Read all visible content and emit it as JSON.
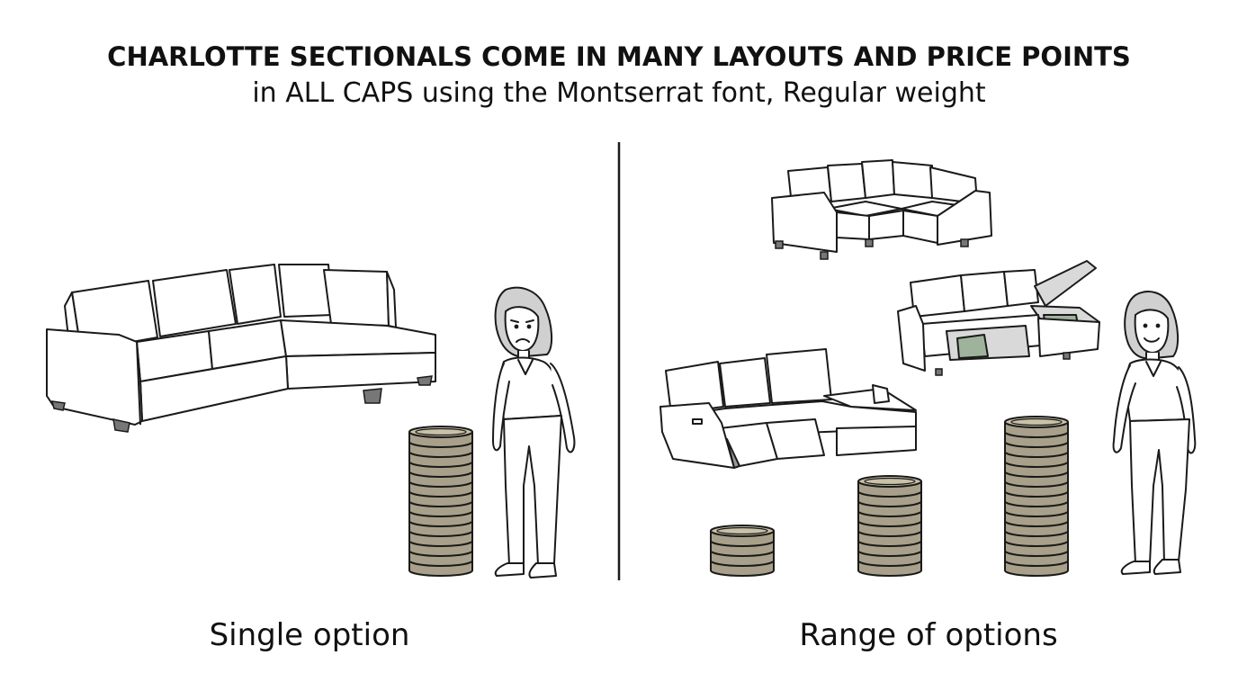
{
  "header": {
    "title": "CHARLOTTE SECTIONALS COME IN MANY LAYOUTS AND PRICE POINTS",
    "subtitle": "in ALL CAPS using the Montserrat font, Regular weight"
  },
  "panels": {
    "left": {
      "caption": "Single option"
    },
    "right": {
      "caption": "Range of options"
    }
  },
  "colors": {
    "line": "#1a1a1a",
    "coin_fill": "#a8a08a",
    "coin_top": "#c9c1a8",
    "blanket": "#9fb39c",
    "storage": "#d9d9d9",
    "background": "#ffffff"
  },
  "icons": {
    "left_sofa": "l-shaped-sectional-icon",
    "left_person": "worried-woman-icon",
    "left_coins": "tall-coin-stack-icon",
    "right_sofa_1": "corner-sectional-icon",
    "right_sofa_2": "storage-sleeper-sectional-icon",
    "right_sofa_3": "recliner-sectional-icon",
    "right_person": "smiling-woman-icon",
    "right_coins": "coin-stacks-small-medium-large-icon"
  },
  "coin_stacks": {
    "left": [
      14
    ],
    "right": [
      4,
      9,
      15
    ]
  }
}
